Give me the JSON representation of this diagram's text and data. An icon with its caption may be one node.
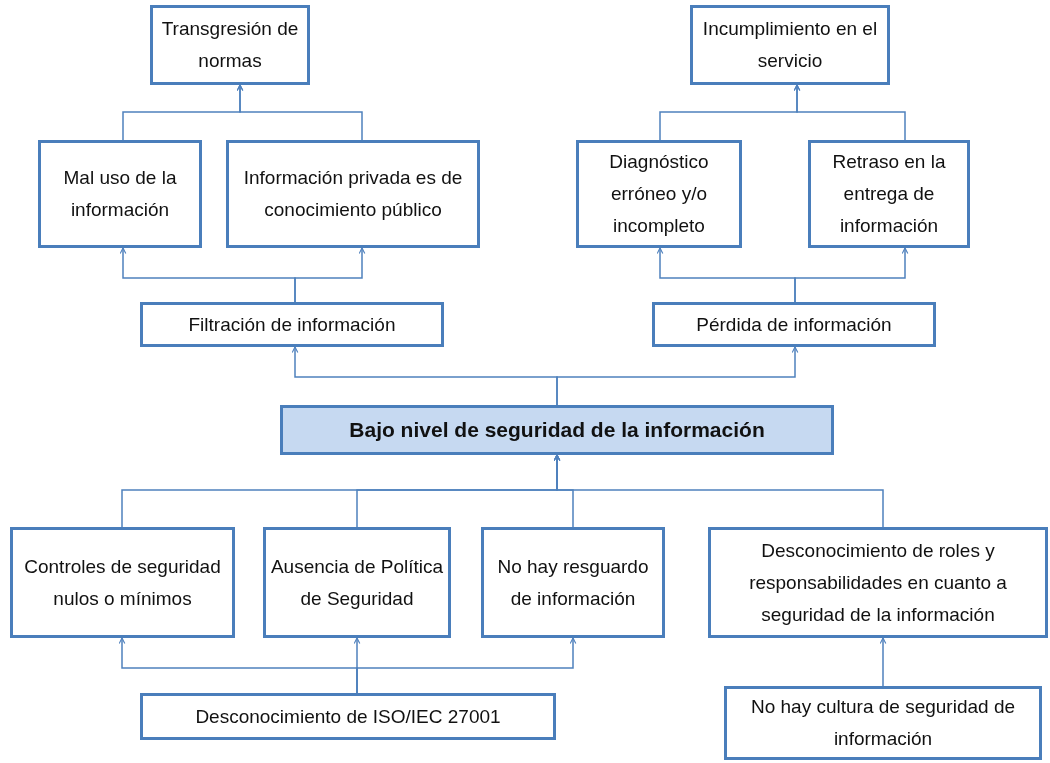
{
  "diagram": {
    "nodes": [
      {
        "text": [
          "Transgresión de normas"
        ]
      },
      {
        "text": [
          "Incumplimiento en el servicio"
        ]
      },
      {
        "text": [
          "Mal uso de la información"
        ]
      },
      {
        "text": [
          "Información privada es de conocimiento público"
        ]
      },
      {
        "text": [
          "Diagnóstico erróneo y/o incompleto"
        ]
      },
      {
        "text": [
          "Retraso en la entrega de información"
        ]
      },
      {
        "text": [
          "Filtración de información"
        ]
      },
      {
        "text": [
          "Pérdida de información"
        ]
      },
      {
        "text": [
          "Bajo nivel de seguridad de la información"
        ]
      },
      {
        "text": [
          "Controles de seguridad nulos o mínimos"
        ]
      },
      {
        "text": [
          "Ausencia de Política de Seguridad"
        ]
      },
      {
        "text": [
          "No hay resguardo de información"
        ]
      },
      {
        "text": [
          "Desconocimiento de roles y responsabilidades en cuanto a seguridad de la información"
        ]
      },
      {
        "text": [
          "Desconocimiento de ISO/IEC 27001"
        ]
      },
      {
        "text": [
          "No hay cultura de seguridad de información"
        ]
      }
    ],
    "edges": [
      {
        "from": 2,
        "to": 0,
        "arrow": "to"
      },
      {
        "from": 3,
        "to": 0,
        "arrow": "to"
      },
      {
        "from": 4,
        "to": 1,
        "arrow": "to"
      },
      {
        "from": 5,
        "to": 1,
        "arrow": "to"
      },
      {
        "from": 6,
        "to": 2,
        "arrow": "to"
      },
      {
        "from": 6,
        "to": 3,
        "arrow": "to"
      },
      {
        "from": 7,
        "to": 4,
        "arrow": "to"
      },
      {
        "from": 7,
        "to": 5,
        "arrow": "to"
      },
      {
        "from": 8,
        "to": 6,
        "arrow": "to"
      },
      {
        "from": 8,
        "to": 7,
        "arrow": "to"
      },
      {
        "from": 9,
        "to": 8,
        "arrow": "to"
      },
      {
        "from": 10,
        "to": 8,
        "arrow": "to"
      },
      {
        "from": 11,
        "to": 8,
        "arrow": "to"
      },
      {
        "from": 12,
        "to": 8,
        "arrow": "to"
      },
      {
        "from": 13,
        "to": 9,
        "arrow": "to"
      },
      {
        "from": 13,
        "to": 10,
        "arrow": "to"
      },
      {
        "from": 13,
        "to": 11,
        "arrow": "to"
      },
      {
        "from": 14,
        "to": 12,
        "arrow": "to"
      }
    ]
  }
}
